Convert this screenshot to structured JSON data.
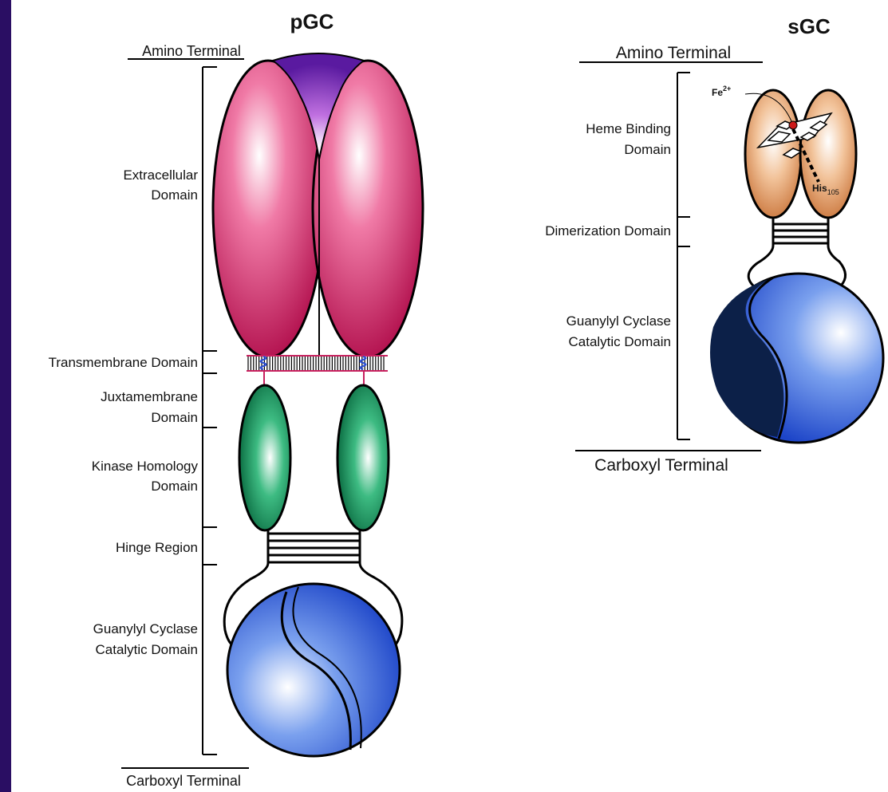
{
  "pgc": {
    "title": "pGC",
    "amino_terminal": "Amino Terminal",
    "extracellular": [
      "Extracellular",
      "Domain"
    ],
    "transmembrane": "Transmembrane Domain",
    "juxtamembrane": [
      "Juxtamembrane",
      "Domain"
    ],
    "kinase": [
      "Kinase Homology",
      "Domain"
    ],
    "hinge": "Hinge Region",
    "catalytic": [
      "Guanylyl Cyclase",
      "Catalytic Domain"
    ],
    "carboxyl_terminal": "Carboxyl Terminal"
  },
  "sgc": {
    "title": "sGC",
    "amino_terminal": "Amino Terminal",
    "heme": [
      "Heme Binding",
      "Domain"
    ],
    "iron": "Fe",
    "iron_charge": "2+",
    "histidine": "His",
    "histidine_index": "105",
    "dimerization": "Dimerization Domain",
    "catalytic": [
      "Guanylyl Cyclase",
      "Catalytic Domain"
    ],
    "carboxyl_terminal": "Carboxyl Terminal"
  },
  "colors": {
    "background": "#2a0e63",
    "extracellular": "#c8205e",
    "kinase": "#128a55",
    "catalytic": "#2f5fd8",
    "heme": "#d98a4a",
    "cap": "#6a1fa8"
  }
}
